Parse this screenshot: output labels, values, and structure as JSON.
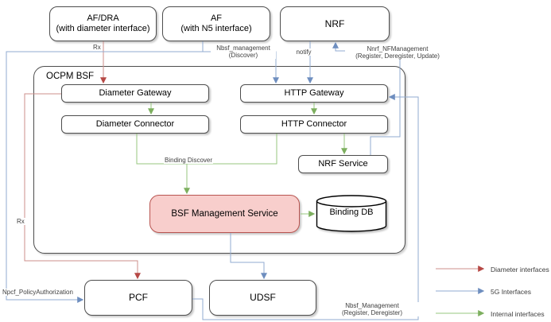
{
  "diagram": {
    "nodes": {
      "af_dra": {
        "line1": "AF/DRA",
        "line2": "(with diameter interface)"
      },
      "af": {
        "line1": "AF",
        "line2": "(with N5 interface)"
      },
      "nrf": {
        "label": "NRF"
      },
      "ocpm_bsf": {
        "label": "OCPM BSF"
      },
      "diameter_gateway": {
        "label": "Diameter Gateway"
      },
      "diameter_connector": {
        "label": "Diameter Connector"
      },
      "http_gateway": {
        "label": "HTTP Gateway"
      },
      "http_connector": {
        "label": "HTTP Connector"
      },
      "nrf_service": {
        "label": "NRF Service"
      },
      "bsf_management_service": {
        "label": "BSF Management Service"
      },
      "binding_db": {
        "label": "Binding DB"
      },
      "pcf": {
        "label": "PCF"
      },
      "udsf": {
        "label": "UDSF"
      }
    },
    "edge_labels": {
      "rx_top": "Rx",
      "rx_left": "Rx",
      "nbsf_discover_line1": "Nbsf_management",
      "nbsf_discover_line2": "(Discover)",
      "notify": "notify",
      "nnrf_line1": "Nnrf_NFManagement",
      "nnrf_line2": "(Register, Deregister, Update)",
      "binding_discover": "Binding Discover",
      "npcf": "Npcf_PolicyAuthorization",
      "nbsf_mgmt_line1": "Nbsf_Management",
      "nbsf_mgmt_line2": "(Register, Deregister)"
    },
    "legend": {
      "items": [
        {
          "label": "Diameter interfaces",
          "color": "#b85450"
        },
        {
          "label": "5G Interfaces",
          "color": "#6c8ebf"
        },
        {
          "label": "Internal interfaces",
          "color": "#82b366"
        }
      ]
    },
    "colors": {
      "diameter_line": "#cc8f8b",
      "fiveg_line": "#92abd0",
      "internal_line": "#97c77f",
      "bsf_fill": "#f8cecc",
      "bsf_border": "#b85450"
    }
  }
}
